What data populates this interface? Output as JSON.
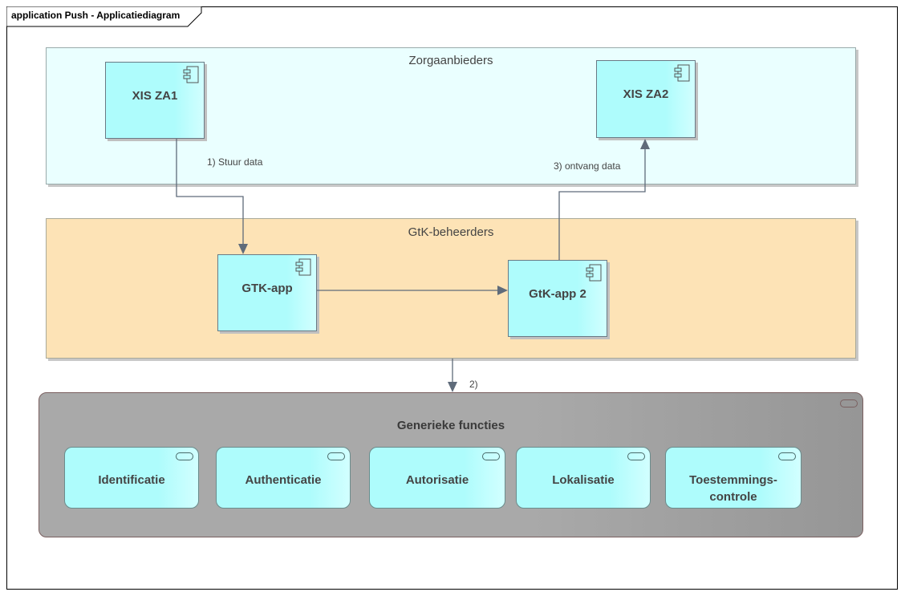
{
  "diagram": {
    "title": "application Push - Applicatiediagram"
  },
  "groups": {
    "zorgaanbieders": {
      "label": "Zorgaanbieders"
    },
    "beheerders": {
      "label": "GtK-beheerders"
    }
  },
  "components": {
    "xis_za1": {
      "label": "XIS ZA1"
    },
    "xis_za2": {
      "label": "XIS ZA2"
    },
    "gtk_app": {
      "label": "GTK-app"
    },
    "gtk_app2": {
      "label": "GtK-app 2"
    }
  },
  "generic_functions": {
    "label": "Generieke functies",
    "items": [
      {
        "label": "Identificatie"
      },
      {
        "label": "Authenticatie"
      },
      {
        "label": "Autorisatie"
      },
      {
        "label": "Lokalisatie"
      },
      {
        "label": "Toestemmings-\ncontrole"
      }
    ]
  },
  "connectors": {
    "send": "1) Stuur data",
    "receive": "3) ontvang data",
    "generic": "2)"
  },
  "icons": {
    "component": "component-icon",
    "service": "service-icon"
  },
  "colors": {
    "zorgaanbieders_fill": "#eaffff",
    "beheerders_fill": "#fde3b6",
    "component_fill": "#aefcfc",
    "generic_fill": "#a9a9a9",
    "connector": "#5f6b7a"
  }
}
